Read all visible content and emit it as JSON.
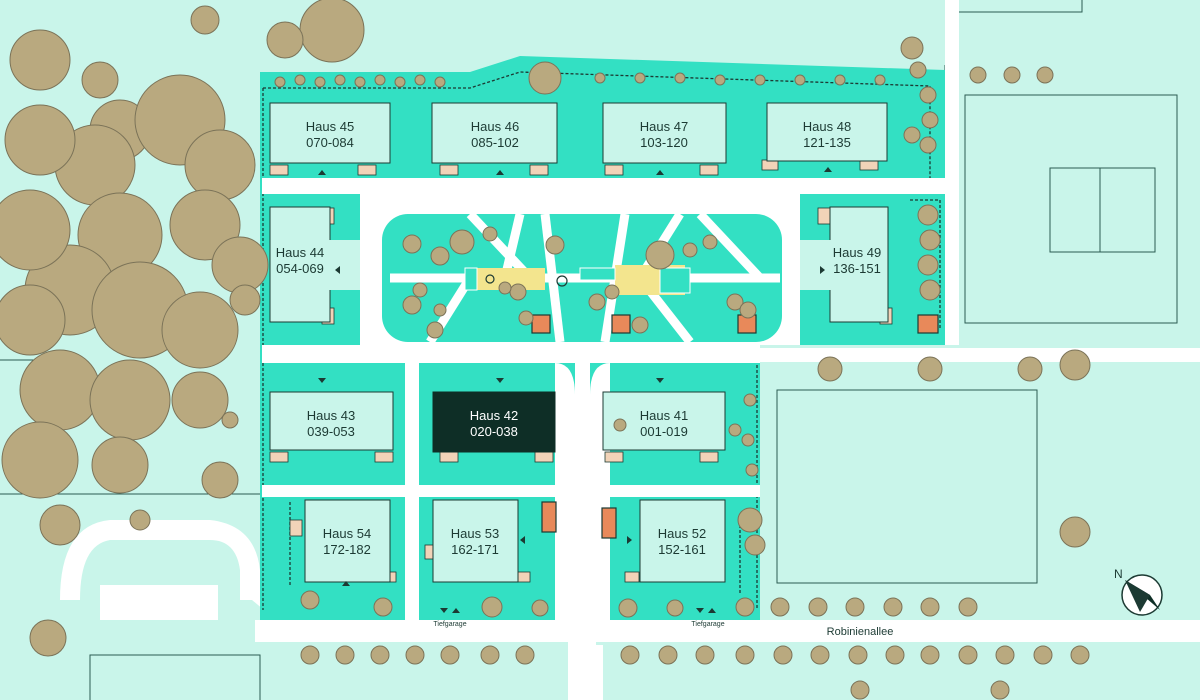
{
  "houses": [
    {
      "id": "45",
      "name": "Haus 45",
      "units": "070-084"
    },
    {
      "id": "46",
      "name": "Haus 46",
      "units": "085-102"
    },
    {
      "id": "47",
      "name": "Haus 47",
      "units": "103-120"
    },
    {
      "id": "48",
      "name": "Haus 48",
      "units": "121-135"
    },
    {
      "id": "44",
      "name": "Haus 44",
      "units": "054-069"
    },
    {
      "id": "49",
      "name": "Haus 49",
      "units": "136-151"
    },
    {
      "id": "43",
      "name": "Haus 43",
      "units": "039-053"
    },
    {
      "id": "42",
      "name": "Haus 42",
      "units": "020-038"
    },
    {
      "id": "41",
      "name": "Haus 41",
      "units": "001-019"
    },
    {
      "id": "54",
      "name": "Haus 54",
      "units": "172-182"
    },
    {
      "id": "53",
      "name": "Haus 53",
      "units": "162-171"
    },
    {
      "id": "52",
      "name": "Haus 52",
      "units": "152-161"
    }
  ],
  "selected_house": "Haus 42",
  "labels": {
    "street": "Robinienallee",
    "garage_left": "Tiefgarage",
    "garage_right": "Tiefgarage",
    "north": "N"
  },
  "colors": {
    "background": "#c9f5ea",
    "site": "#33e0c3",
    "building": "#c9f5ea",
    "building_selected": "#0e2e26",
    "path": "#ffffff",
    "tree": "#b9a97f",
    "tree_shadow": "#7b7358",
    "terrace": "#f2d3b8",
    "bin_shed": "#e8895a",
    "playground": "#f3e58e"
  }
}
